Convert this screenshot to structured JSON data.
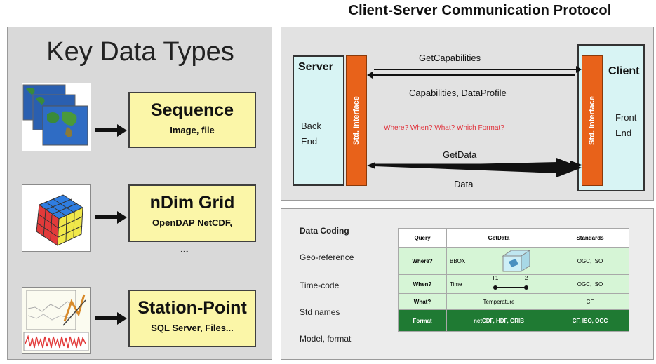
{
  "left": {
    "title": "Key Data Types",
    "items": [
      {
        "name": "Sequence",
        "sub": "Image, file",
        "icon": "map-stack-icon"
      },
      {
        "name": "nDim Grid",
        "sub": "OpenDAP NetCDF,",
        "extra": "...",
        "icon": "cube-icon"
      },
      {
        "name": "Station-Point",
        "sub": "SQL Server, Files...",
        "icon": "plot-icon"
      }
    ]
  },
  "protocol": {
    "title": "Client-Server Communication Protocol",
    "server": {
      "name": "Server",
      "sub1": "Back",
      "sub2": "End"
    },
    "client": {
      "name": "Client",
      "sub1": "Front",
      "sub2": "End"
    },
    "interface_label": "Std. Interface",
    "messages": {
      "get_capabilities": "GetCapabilities",
      "capabilities": "Capabilities, DataProfile",
      "questions": "Where? When? What? Which Format?",
      "get_data": "GetData",
      "data": "Data"
    },
    "colors": {
      "interface": "#e8621a",
      "tier": "#d8f4f4",
      "question": "#e0303a"
    }
  },
  "coding": {
    "row_labels": [
      "Data Coding",
      "Geo-reference",
      "Time-code",
      "Std names",
      "Model, format"
    ],
    "headers": [
      "Query",
      "GetData",
      "Standards"
    ],
    "rows": [
      [
        "Where?",
        "BBOX",
        "OGC, ISO"
      ],
      [
        "When?",
        "Time",
        "OGC, ISO"
      ],
      [
        "What?",
        "Temperature",
        "CF"
      ],
      [
        "Format",
        "netCDF, HDF, GRIB",
        "CF, ISO, OGC"
      ]
    ],
    "time_marks": [
      "T1",
      "T2"
    ],
    "colors": {
      "row": "#d6f5d6",
      "format_row": "#1f7a33"
    }
  }
}
